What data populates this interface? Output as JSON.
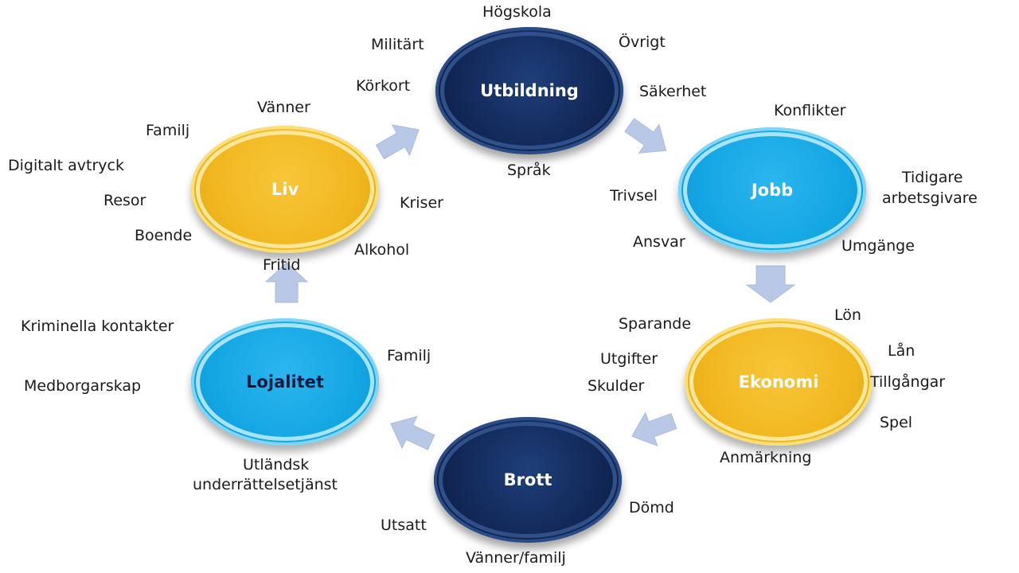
{
  "nodes": {
    "utbildning": "Utbildning",
    "jobb": "Jobb",
    "ekonomi": "Ekonomi",
    "brott": "Brott",
    "lojalitet": "Lojalitet",
    "liv": "Liv"
  },
  "labels": {
    "utbildning": {
      "hogskola": "Högskola",
      "militart": "Militärt",
      "ovrigt": "Övrigt",
      "korkort": "Körkort",
      "sakerhet": "Säkerhet",
      "sprak": "Språk"
    },
    "jobb": {
      "konflikter": "Konflikter",
      "tidigare": "Tidigare",
      "arbetsgivare": "arbetsgivare",
      "trivsel": "Trivsel",
      "ansvar": "Ansvar",
      "umgange": "Umgänge"
    },
    "ekonomi": {
      "sparande": "Sparande",
      "lon": "Lön",
      "lan": "Lån",
      "utgifter": "Utgifter",
      "tillgangar": "Tillgångar",
      "skulder": "Skulder",
      "spel": "Spel",
      "anmarkning": "Anmärkning"
    },
    "brott": {
      "domd": "Dömd",
      "utsatt": "Utsatt",
      "vanner_familj": "Vänner/familj"
    },
    "lojalitet": {
      "kriminella_kontakter": "Kriminella kontakter",
      "familj": "Familj",
      "medborgarskap": "Medborgarskap",
      "utlandsk": "Utländsk",
      "underrattelsetjanst": "underrättelsetjänst"
    },
    "liv": {
      "vanner": "Vänner",
      "familj": "Familj",
      "digitalt_avtryck": "Digitalt avtryck",
      "resor": "Resor",
      "kriser": "Kriser",
      "boende": "Boende",
      "alkohol": "Alkohol",
      "fritid": "Fritid"
    }
  },
  "colors": {
    "navy": "#13295a",
    "cyan": "#14a6e4",
    "gold": "#f1b71f",
    "arrow": "#b8c8e6"
  }
}
